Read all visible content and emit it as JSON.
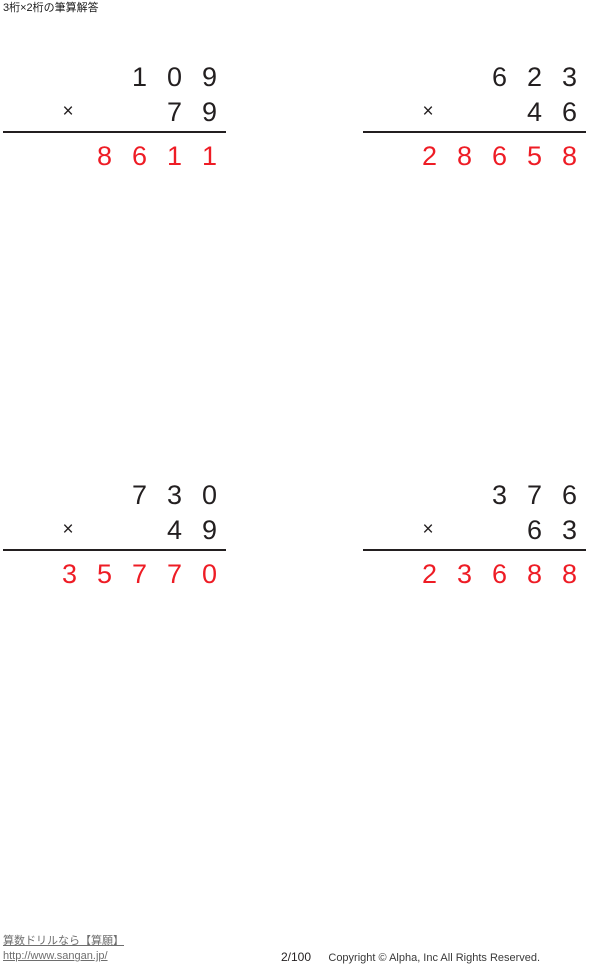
{
  "header": {
    "title": "3桁×2桁の筆算解答"
  },
  "worksheet": {
    "operator_symbol": "×",
    "answer_color": "#ee1c25",
    "operand_color": "#231f20",
    "problems": [
      {
        "id": "problem-1",
        "multiplicand": "109",
        "multiplier": "79",
        "answer": "8611",
        "multiplicand_digits": [
          "1",
          "0",
          "9"
        ],
        "multiplier_digits": [
          "7",
          "9"
        ],
        "answer_digits": [
          "8",
          "6",
          "1",
          "1"
        ]
      },
      {
        "id": "problem-2",
        "multiplicand": "623",
        "multiplier": "46",
        "answer": "28658",
        "multiplicand_digits": [
          "6",
          "2",
          "3"
        ],
        "multiplier_digits": [
          "4",
          "6"
        ],
        "answer_digits": [
          "2",
          "8",
          "6",
          "5",
          "8"
        ]
      },
      {
        "id": "problem-3",
        "multiplicand": "730",
        "multiplier": "49",
        "answer": "35770",
        "multiplicand_digits": [
          "7",
          "3",
          "0"
        ],
        "multiplier_digits": [
          "4",
          "9"
        ],
        "answer_digits": [
          "3",
          "5",
          "7",
          "7",
          "0"
        ]
      },
      {
        "id": "problem-4",
        "multiplicand": "376",
        "multiplier": "63",
        "answer": "23688",
        "multiplicand_digits": [
          "3",
          "7",
          "6"
        ],
        "multiplier_digits": [
          "6",
          "3"
        ],
        "answer_digits": [
          "2",
          "3",
          "6",
          "8",
          "8"
        ]
      }
    ]
  },
  "footer": {
    "site_name": "算数ドリルなら【算願】",
    "site_url": "http://www.sangan.jp/",
    "page_number": "2/100",
    "copyright": "Copyright © Alpha, Inc All Rights Reserved."
  }
}
